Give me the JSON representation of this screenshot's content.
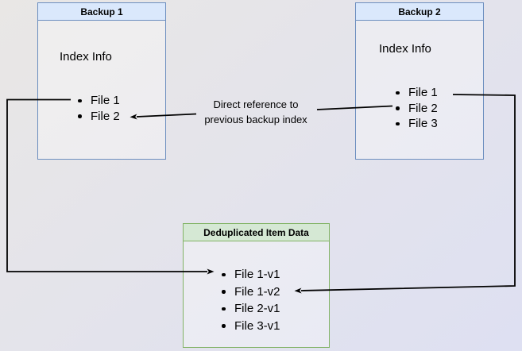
{
  "colors": {
    "blue-fill": "#dae8fc",
    "blue-border": "#6c8ebf",
    "green-fill": "#d5e8d4",
    "green-border": "#82b366",
    "arrow": "#010101",
    "text": "#000000",
    "bg-from": "#e9e7e5",
    "bg-to": "#dee0f2"
  },
  "backup1": {
    "title": "Backup 1",
    "subtitle": "Index Info",
    "items": [
      "File 1",
      "File 2"
    ]
  },
  "backup2": {
    "title": "Backup 2",
    "subtitle": "Index Info",
    "items": [
      "File 1",
      "File 2",
      "File 3"
    ]
  },
  "dedup": {
    "title": "Deduplicated Item Data",
    "items": [
      "File 1-v1",
      "File 1-v2",
      "File 2-v1",
      "File 3-v1"
    ]
  },
  "annotation": {
    "lines": [
      "Direct reference to",
      "previous backup index"
    ]
  }
}
